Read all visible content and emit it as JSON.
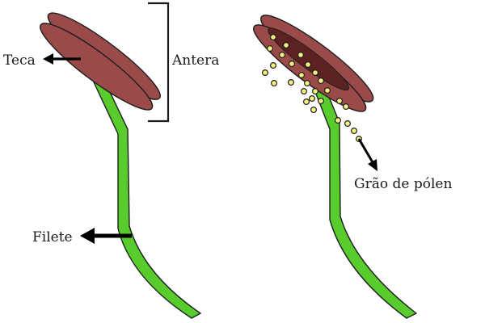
{
  "labels": {
    "teca": "Teca",
    "antera": "Antera",
    "filete": "Filete",
    "grao_de_polen": "Grão de pólen"
  },
  "icons": {
    "arrow": "arrow-icon",
    "bracket": "bracket-icon"
  },
  "colors": {
    "background": "#ffffff",
    "filament": "#57cc2c",
    "filament_outline": "#1f1f1f",
    "anther": "#9a4a48",
    "anther_dark": "#5c2222",
    "pollen": "#f4f180",
    "arrow": "#000000",
    "text": "#1a1a1a"
  }
}
